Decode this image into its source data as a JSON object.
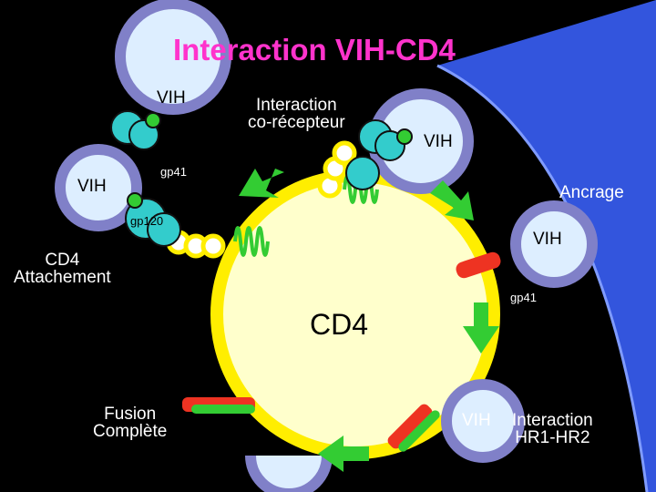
{
  "title": "Interaction VIH-CD4",
  "labels": {
    "vih": "VIH",
    "gp41": "gp41",
    "gp120": "gp120",
    "cd4": "CD4",
    "interaction_coreceptor_l1": "Interaction",
    "interaction_coreceptor_l2": "co-récepteur",
    "ancrage": "Ancrage",
    "cd4_attachement_l1": "CD4",
    "cd4_attachement_l2": "Attachement",
    "fusion_l1": "Fusion",
    "fusion_l2": "Complète",
    "hr_l1": "Interaction",
    "hr_l2": "HR1-HR2"
  },
  "colors": {
    "background": "#000000",
    "title": "#ff33cc",
    "cell": "#ffffcc",
    "cell_ring": "#ffee00",
    "virus_fill": "#ddeeff",
    "virus_ring": "#8080c8",
    "gp120": "#33cccc",
    "gp41": "#33cc33",
    "arrow": "#33cc33",
    "blue_band": "#3355dd",
    "coreceptor": "#33cc33"
  }
}
